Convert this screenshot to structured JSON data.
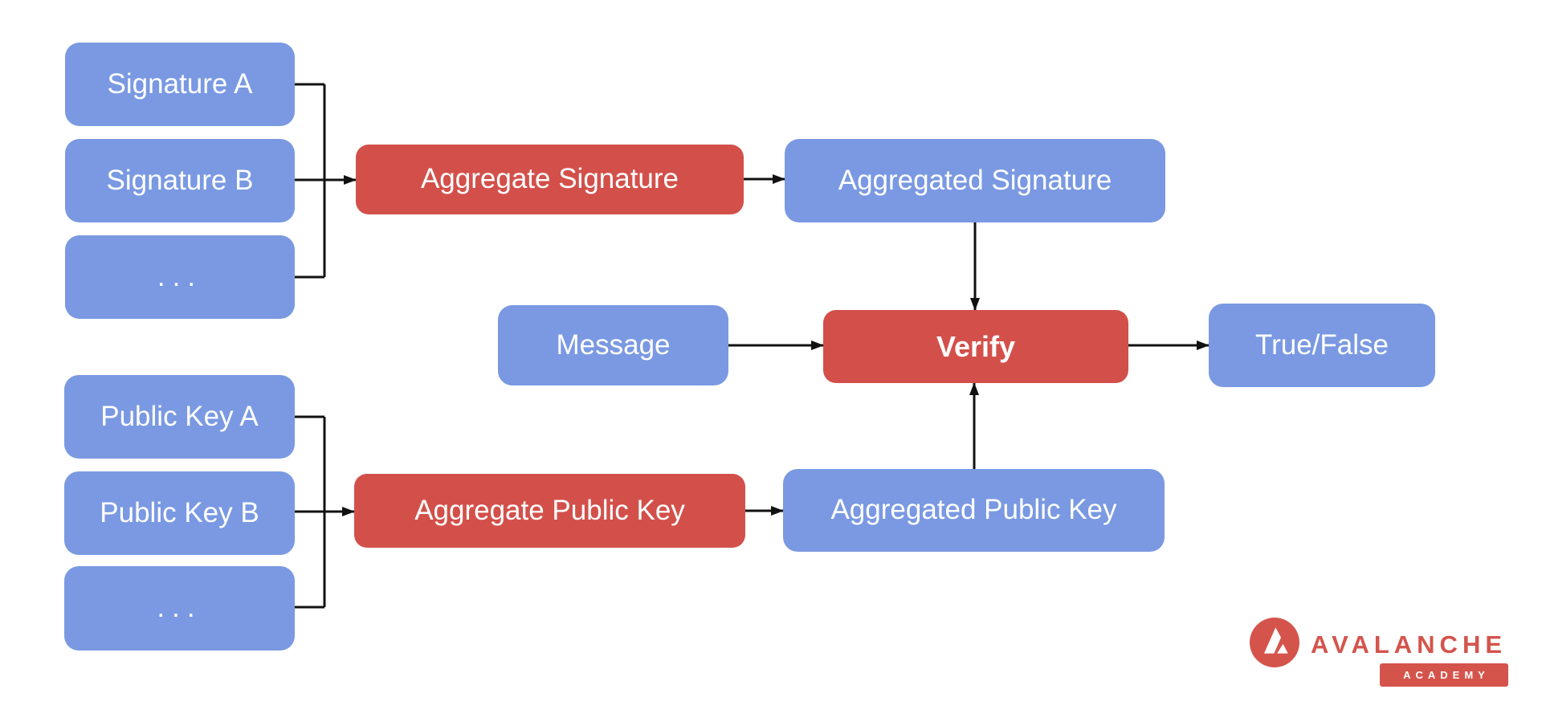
{
  "diagram_type": "flowchart",
  "nodes": {
    "signature_a": {
      "label": "Signature A",
      "color": "blue"
    },
    "signature_b": {
      "label": "Signature B",
      "color": "blue"
    },
    "signature_more": {
      "label": "...",
      "color": "blue"
    },
    "aggregate_signature": {
      "label": "Aggregate Signature",
      "color": "red"
    },
    "aggregated_signature": {
      "label": "Aggregated Signature",
      "color": "blue"
    },
    "message": {
      "label": "Message",
      "color": "blue"
    },
    "verify": {
      "label": "Verify",
      "color": "red"
    },
    "true_false": {
      "label": "True/False",
      "color": "blue"
    },
    "public_key_a": {
      "label": "Public Key A",
      "color": "blue"
    },
    "public_key_b": {
      "label": "Public Key B",
      "color": "blue"
    },
    "public_key_more": {
      "label": "...",
      "color": "blue"
    },
    "aggregate_public_key": {
      "label": "Aggregate Public Key",
      "color": "red"
    },
    "aggregated_public_key": {
      "label": "Aggregated Public Key",
      "color": "blue"
    }
  },
  "edges": [
    {
      "from": "signature_a",
      "to": "aggregate_signature"
    },
    {
      "from": "signature_b",
      "to": "aggregate_signature"
    },
    {
      "from": "signature_more",
      "to": "aggregate_signature"
    },
    {
      "from": "aggregate_signature",
      "to": "aggregated_signature"
    },
    {
      "from": "aggregated_signature",
      "to": "verify"
    },
    {
      "from": "message",
      "to": "verify"
    },
    {
      "from": "public_key_a",
      "to": "aggregate_public_key"
    },
    {
      "from": "public_key_b",
      "to": "aggregate_public_key"
    },
    {
      "from": "public_key_more",
      "to": "aggregate_public_key"
    },
    {
      "from": "aggregate_public_key",
      "to": "aggregated_public_key"
    },
    {
      "from": "aggregated_public_key",
      "to": "verify"
    },
    {
      "from": "verify",
      "to": "true_false"
    }
  ],
  "logo": {
    "brand": "AVALANCHE",
    "badge": "ACADEMY"
  },
  "colors": {
    "node_blue": "#7a99e2",
    "node_red": "#d3504a",
    "connector": "#111111",
    "node_text": "#ffffff",
    "logo_red": "#d4544c",
    "background": "#ffffff"
  }
}
